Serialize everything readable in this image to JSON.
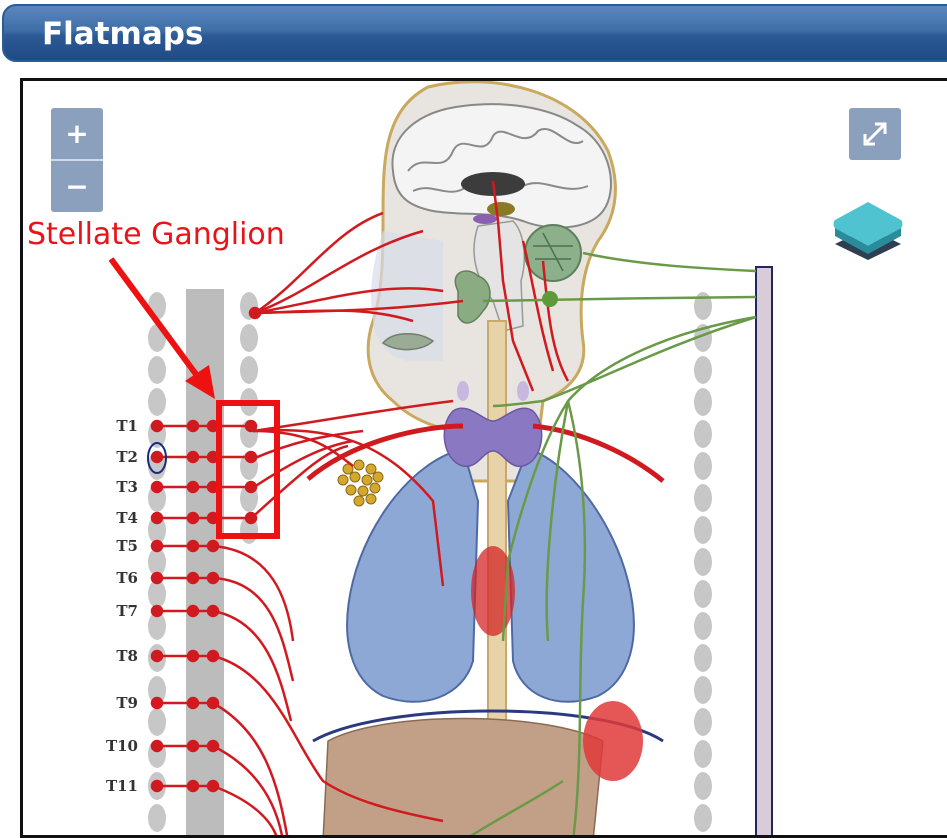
{
  "header": {
    "title": "Flatmaps"
  },
  "controls": {
    "zoom_in_icon": "plus-icon",
    "zoom_out_icon": "minus-icon",
    "zoom_in_label": "+",
    "zoom_out_label": "−",
    "fullscreen_icon": "expand-icon",
    "layers_icon": "layers-icon"
  },
  "annotation": {
    "label": "Stellate Ganglion"
  },
  "vertebrae": [
    "T1",
    "T2",
    "T3",
    "T4",
    "T5",
    "T6",
    "T7",
    "T8",
    "T9",
    "T10",
    "T11"
  ],
  "colors": {
    "header": "#2c5a94",
    "sympathetic": "#d11a1f",
    "parasympathetic": "#6a9a48",
    "callout": "#e8141a",
    "lung": "#8ea8d6",
    "thyroid": "#8a78c2",
    "layers_icon": "#4fc3d0"
  }
}
